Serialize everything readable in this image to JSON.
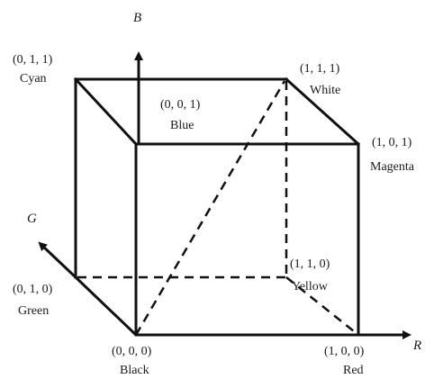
{
  "axes": {
    "b": "B",
    "g": "G",
    "r": "R"
  },
  "vertices": {
    "cyan": {
      "coord": "(0, 1, 1)",
      "name": "Cyan"
    },
    "white": {
      "coord": "(1, 1, 1)",
      "name": "White"
    },
    "blue": {
      "coord": "(0, 0, 1)",
      "name": "Blue"
    },
    "magenta": {
      "coord": "(1, 0, 1)",
      "name": "Magenta"
    },
    "yellow": {
      "coord": "(1, 1, 0)",
      "name": "Yellow"
    },
    "green": {
      "coord": "(0, 1, 0)",
      "name": "Green"
    },
    "black": {
      "coord": "(0, 0, 0)",
      "name": "Black"
    },
    "red": {
      "coord": "(1, 0, 0)",
      "name": "Red"
    }
  }
}
